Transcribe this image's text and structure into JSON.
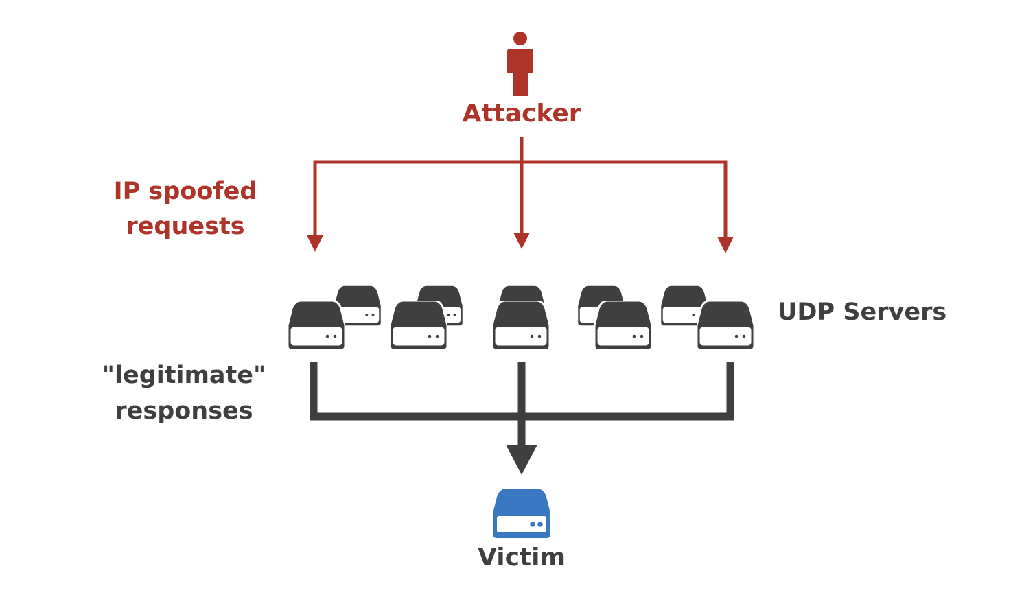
{
  "labels": {
    "attacker": "Attacker",
    "spoofed_line1": "IP spoofed",
    "spoofed_line2": "requests",
    "legit_line1": "\"legitimate\"",
    "legit_line2": "responses",
    "udp_servers": "UDP Servers",
    "victim": "Victim"
  },
  "icons": {
    "attacker": "person-icon",
    "udp_server": "server-icon",
    "victim": "server-icon"
  },
  "colors": {
    "attack": "#ae3328",
    "server": "#3f3f3f",
    "victim": "#3b78c2",
    "background": "#ffffff"
  }
}
